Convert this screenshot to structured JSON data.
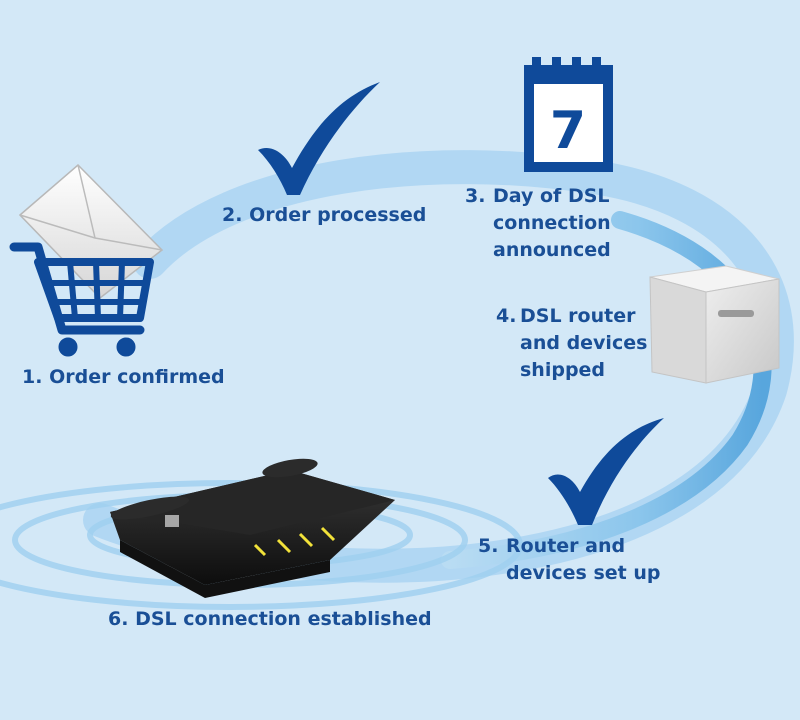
{
  "steps": [
    {
      "number": "1.",
      "label": "Order confirmed"
    },
    {
      "number": "2.",
      "label": "Order processed"
    },
    {
      "number": "3.",
      "label": "Day of DSL\nconnection\nannounced"
    },
    {
      "number": "4.",
      "label": "DSL router\nand devices\nshipped"
    },
    {
      "number": "5.",
      "label": "Router and\ndevices set up"
    },
    {
      "number": "6.",
      "label": "DSL connection established"
    }
  ],
  "calendar": {
    "day": "7"
  },
  "colors": {
    "background": "#d3e8f7",
    "text": "#1a4f96",
    "icon_blue": "#0f4a9a",
    "swoosh": "#6eb4e4"
  },
  "icons": [
    "shopping-cart-icon",
    "envelope-icon",
    "checkmark-icon",
    "calendar-icon",
    "box-icon",
    "checkmark-icon",
    "router-icon"
  ]
}
